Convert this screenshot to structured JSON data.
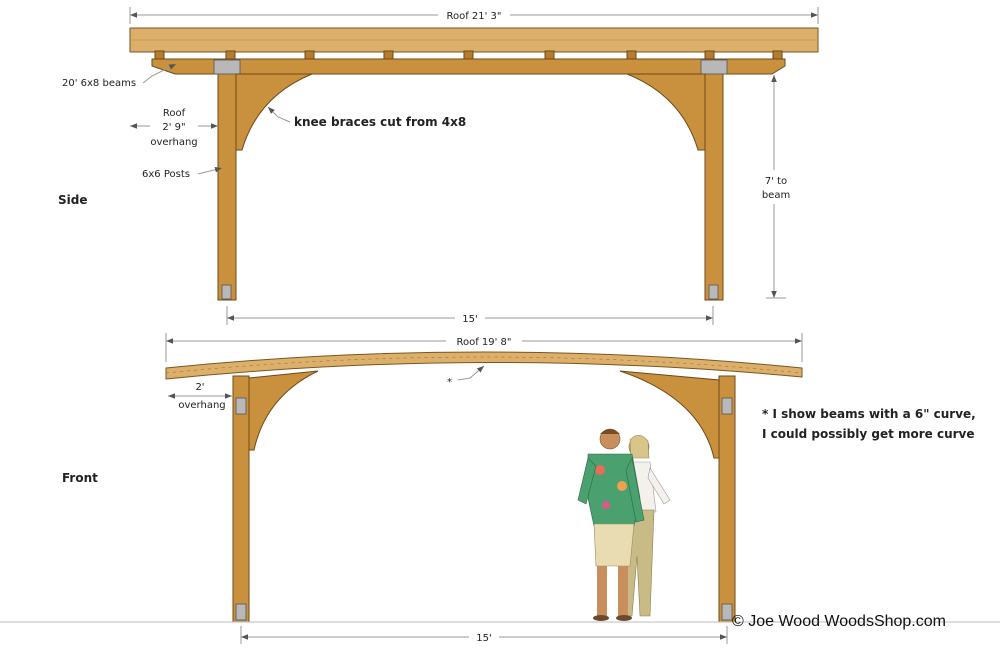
{
  "views": {
    "side_label": "Side",
    "front_label": "Front"
  },
  "side": {
    "roof_length": "Roof 21' 3\"",
    "beams_label": "20' 6x8 beams",
    "overhang_title": "Roof",
    "overhang_value": "2' 9\"",
    "overhang_word": "overhang",
    "knee_braces": "knee braces cut from 4x8",
    "posts_label": "6x6 Posts",
    "height_value": "7' to",
    "height_word": "beam",
    "span": "15'"
  },
  "front": {
    "roof_length": "Roof 19' 8\"",
    "curve_marker": "*",
    "overhang_value": "2'",
    "overhang_word": "overhang",
    "note_line1": "* I show beams with a 6\" curve,",
    "note_line2": "I could possibly get more curve",
    "span": "15'"
  },
  "copyright": "© Joe Wood WoodsShop.com",
  "colors": {
    "wood": "#c9903e",
    "roof": "#dcb06a",
    "dimension": "#9a9a9a"
  }
}
